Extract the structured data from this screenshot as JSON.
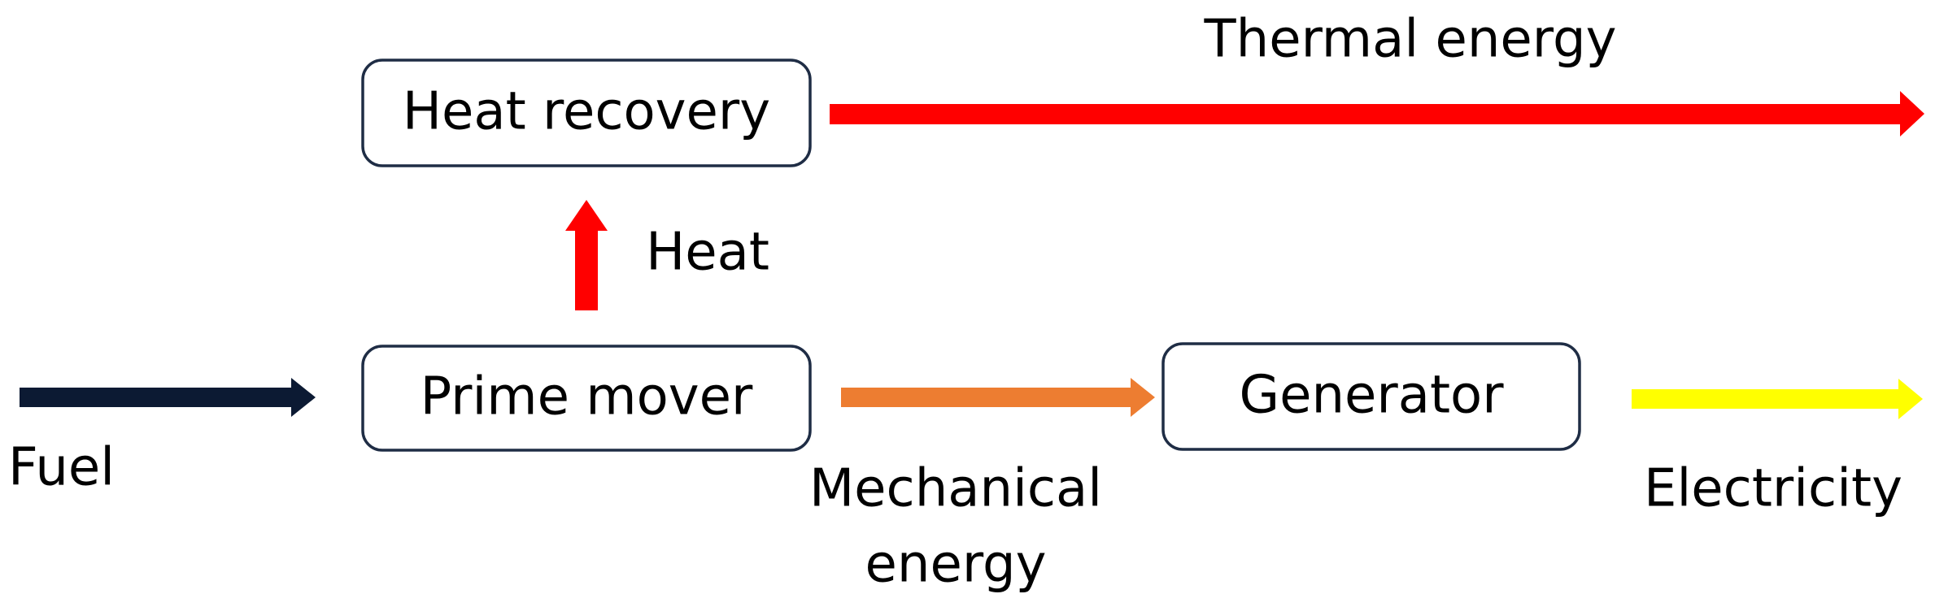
{
  "nodes": {
    "heat_recovery": "Heat recovery",
    "prime_mover": "Prime mover",
    "generator": "Generator"
  },
  "flows": {
    "thermal_energy": "Thermal energy",
    "heat": "Heat",
    "fuel": "Fuel",
    "mechanical_energy_line1": "Mechanical",
    "mechanical_energy_line2": "energy",
    "electricity": "Electricity"
  },
  "colors": {
    "fuel_arrow": "#0c1a33",
    "heat_arrow": "#ff0000",
    "thermal_arrow": "#ff0000",
    "mechanical_arrow": "#ed7d31",
    "electricity_arrow": "#ffff00",
    "box_border": "#1f2d45"
  }
}
